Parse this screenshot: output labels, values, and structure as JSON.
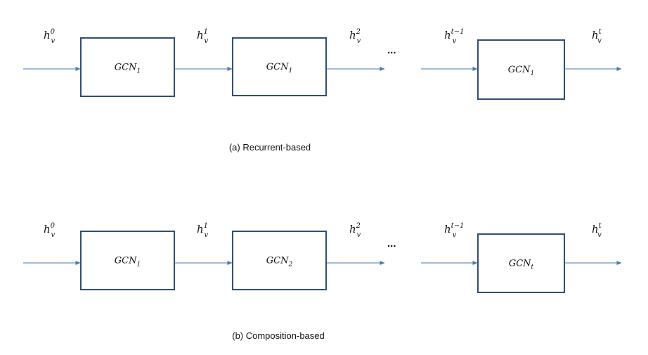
{
  "colors": {
    "box_stroke": "#2f4f74",
    "arrow": "#4a78b5",
    "text": "#111111"
  },
  "panels": [
    {
      "caption": "(a) Recurrent-based",
      "ellipsis": "...",
      "labels": [
        {
          "base": "h",
          "sub": "v",
          "sup": "0"
        },
        {
          "base": "h",
          "sub": "v",
          "sup": "1"
        },
        {
          "base": "h",
          "sub": "v",
          "sup": "2"
        },
        {
          "base": "h",
          "sub": "v",
          "sup": "t−1"
        },
        {
          "base": "h",
          "sub": "v",
          "sup": "t"
        }
      ],
      "boxes": [
        {
          "base": "GCN",
          "sub": "1"
        },
        {
          "base": "GCN",
          "sub": "1"
        },
        {
          "base": "GCN",
          "sub": "1"
        }
      ]
    },
    {
      "caption": "(b) Composition-based",
      "ellipsis": "...",
      "labels": [
        {
          "base": "h",
          "sub": "v",
          "sup": "0"
        },
        {
          "base": "h",
          "sub": "v",
          "sup": "1"
        },
        {
          "base": "h",
          "sub": "v",
          "sup": "2"
        },
        {
          "base": "h",
          "sub": "v",
          "sup": "t−1"
        },
        {
          "base": "h",
          "sub": "v",
          "sup": "t"
        }
      ],
      "boxes": [
        {
          "base": "GCN",
          "sub": "1"
        },
        {
          "base": "GCN",
          "sub": "2"
        },
        {
          "base": "GCN",
          "sub": "t"
        }
      ]
    }
  ]
}
